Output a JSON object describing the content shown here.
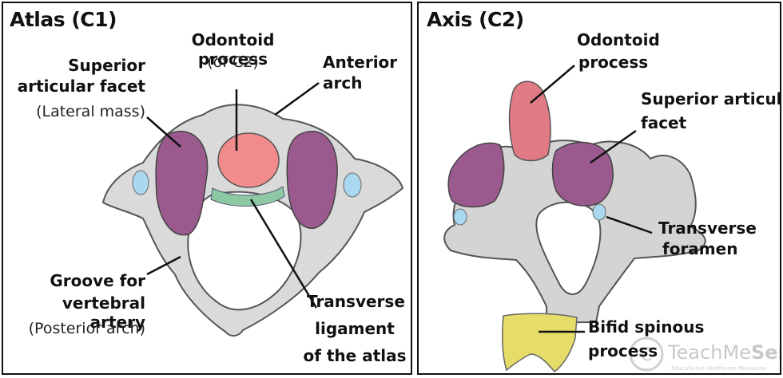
{
  "atlas": {
    "title": "Atlas (C1)",
    "labels": {
      "odontoid_title": "Odontoid process",
      "odontoid_sub": "(of C2)",
      "anterior_arch_1": "Anterior",
      "anterior_arch_2": "arch",
      "superior_facet_1": "Superior",
      "superior_facet_2": "articular facet",
      "superior_facet_sub": "(Lateral mass)",
      "groove_1": "Groove for",
      "groove_2": "vertebral artery",
      "groove_sub": "(Posterior arch)",
      "transverse_1": "Transverse",
      "transverse_2": "ligament",
      "transverse_3": "of the atlas"
    }
  },
  "axis": {
    "title": "Axis (C2)",
    "labels": {
      "odontoid_1": "Odontoid",
      "odontoid_2": "process",
      "superior_1": "Superior articular",
      "superior_2": "facet",
      "foramen_1": "Transverse",
      "foramen_2": "foramen",
      "bifid_1": "Bifid spinous",
      "bifid_2": "process"
    }
  },
  "watermark": {
    "brand_a": "TeachMe",
    "brand_b": "Series",
    "tagline": "Educational Healthcare Resources"
  },
  "colors": {
    "facet": "#9b5a8e",
    "odontoid_atlas": "#f28c8c",
    "odontoid_axis": "#e07a84",
    "ligament": "#8cc9a3",
    "foramen": "#a9d8f0",
    "spinous": "#e5dc6a",
    "bone": "#d9d9d9"
  }
}
